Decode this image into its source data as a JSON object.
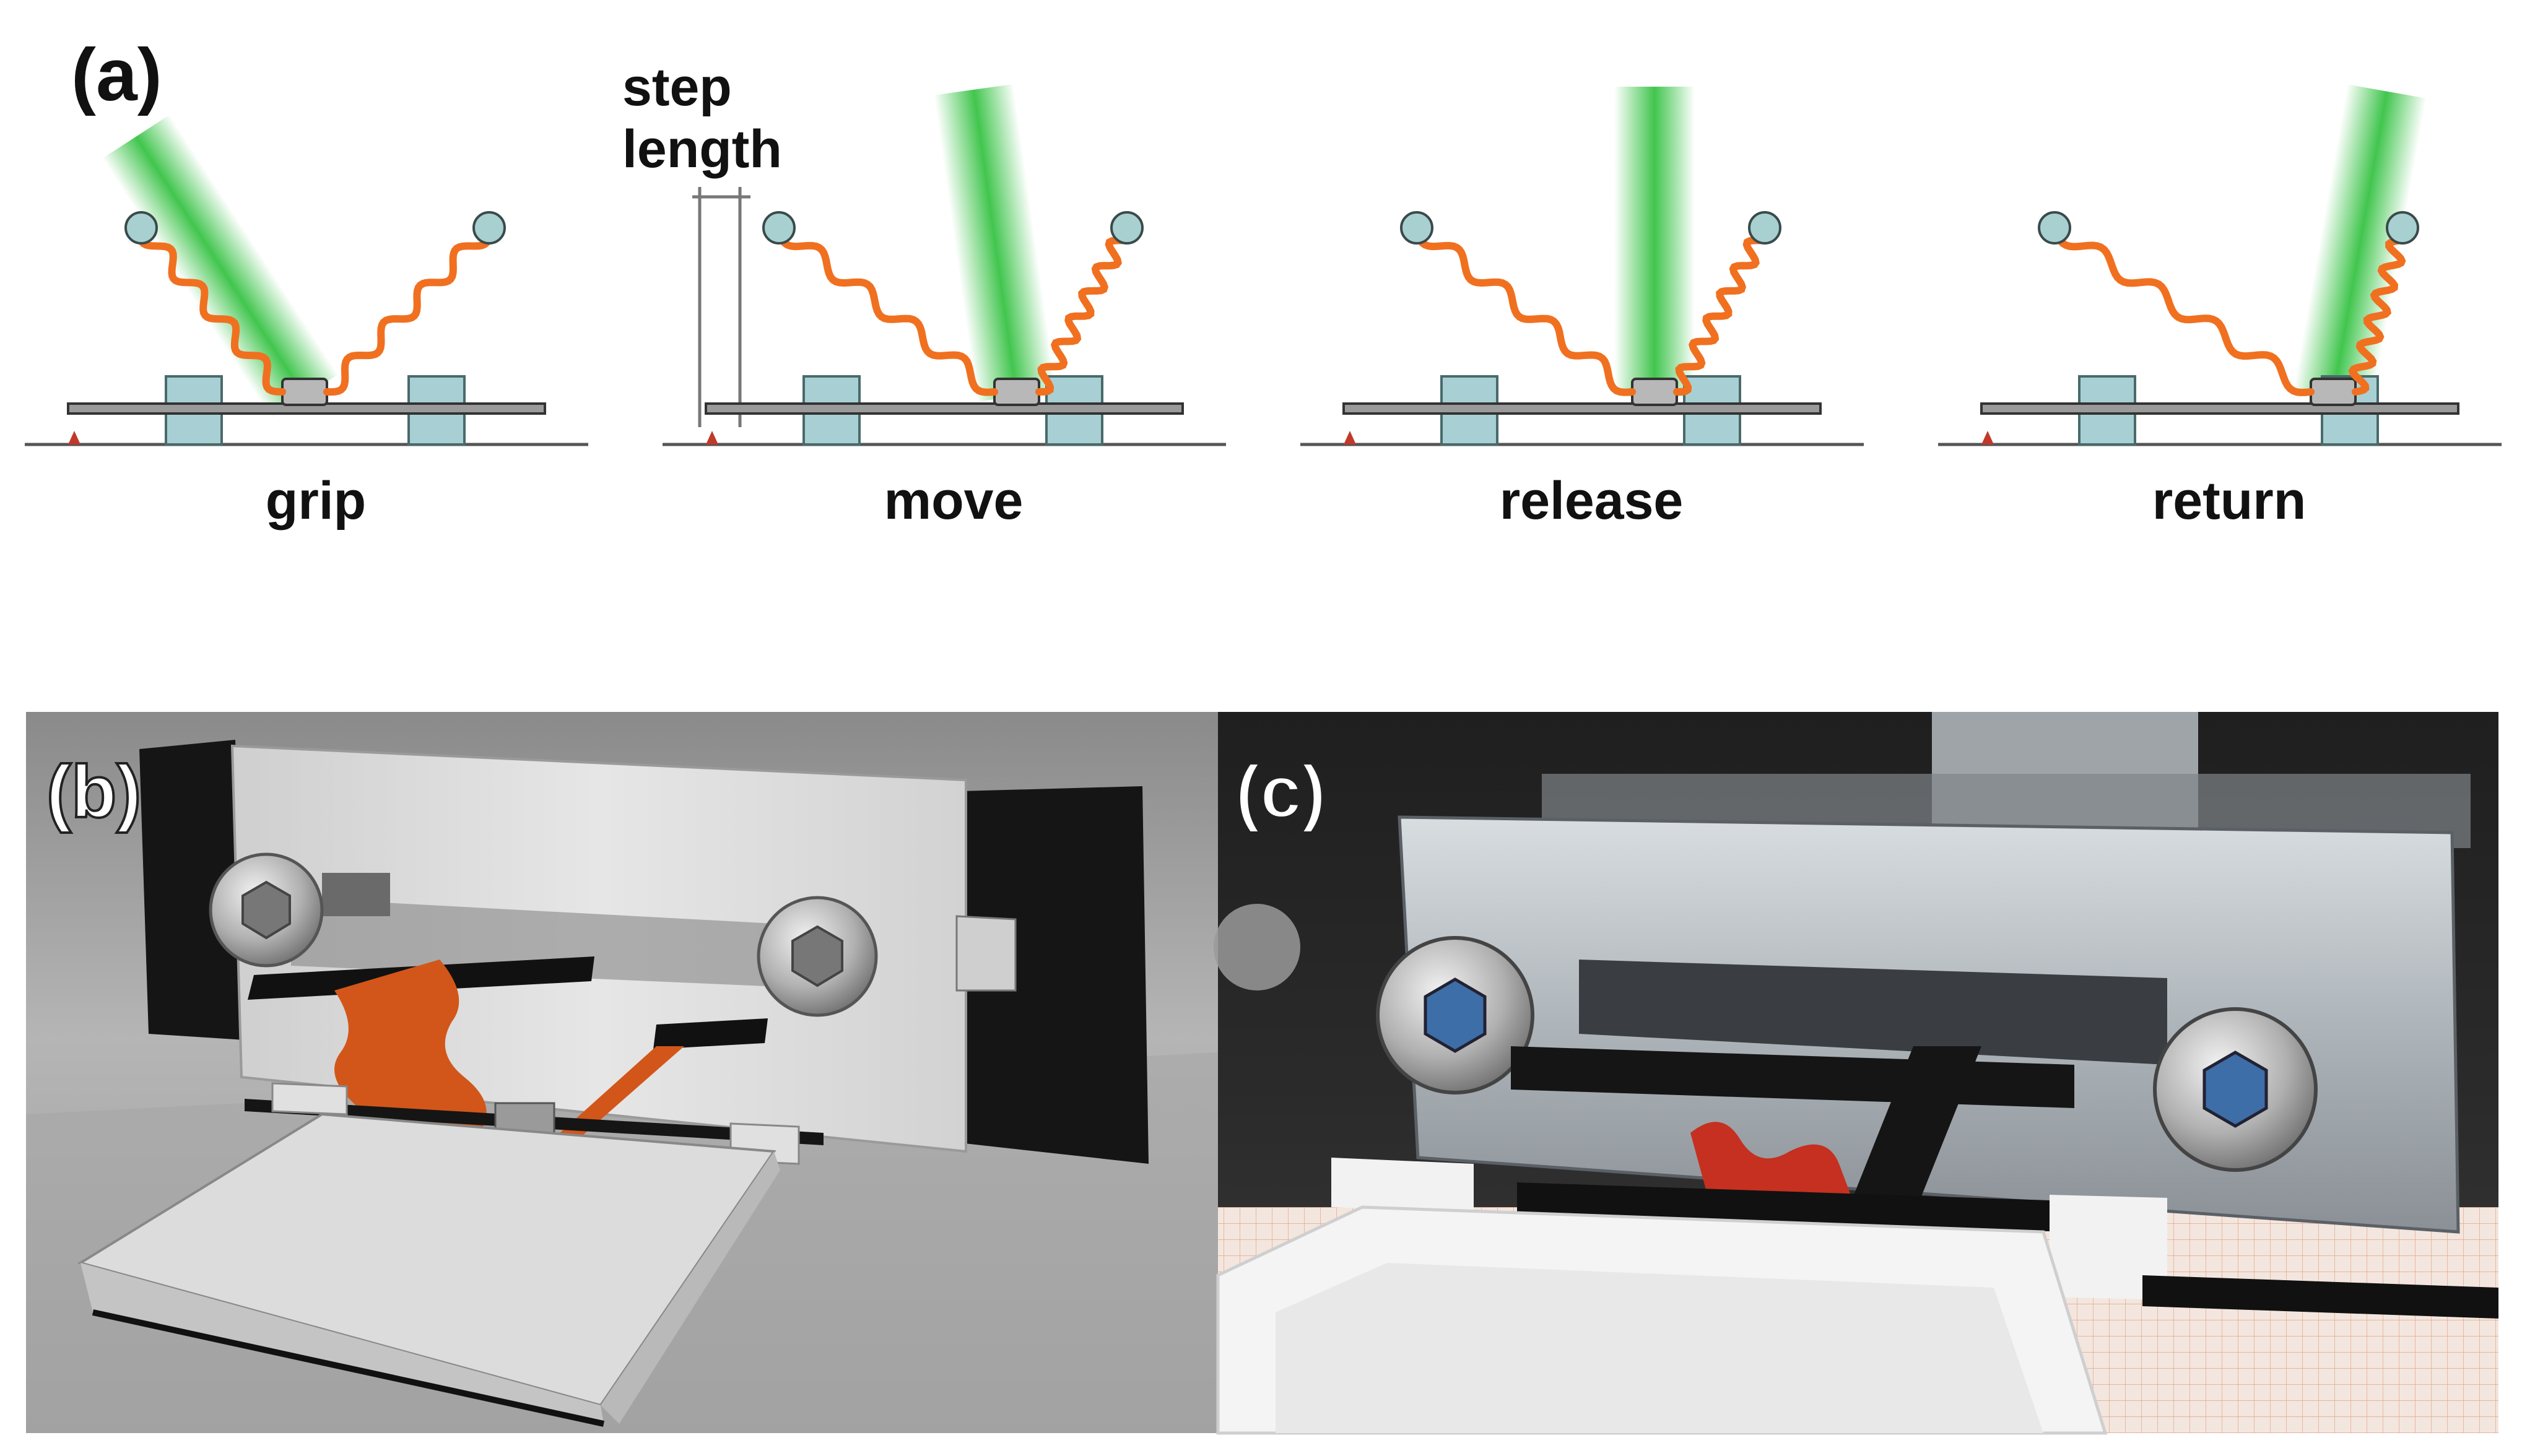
{
  "panel_a": {
    "label": "(a)",
    "step_annotation": [
      "step",
      "length"
    ],
    "steps": [
      {
        "label": "grip",
        "beam_angle_deg": -33,
        "chip_offset": -0.06
      },
      {
        "label": "move",
        "beam_angle_deg": -8,
        "chip_offset": 0.34
      },
      {
        "label": "release",
        "beam_angle_deg": 0,
        "chip_offset": 0.34
      },
      {
        "label": "return",
        "beam_angle_deg": 10,
        "chip_offset": 0.56
      }
    ]
  },
  "panel_b": {
    "label": "(b)"
  },
  "panel_c": {
    "label": "(c)"
  },
  "colors": {
    "actuator": "#f07020",
    "anchor": "#a8d0d0",
    "anchor_stroke": "#3a4a4a",
    "beam": "#2cbf3a",
    "chip": "#b8b8b8",
    "rail": "#9a9a9a",
    "block": "#a8d0d4",
    "marker": "#c0392b"
  }
}
